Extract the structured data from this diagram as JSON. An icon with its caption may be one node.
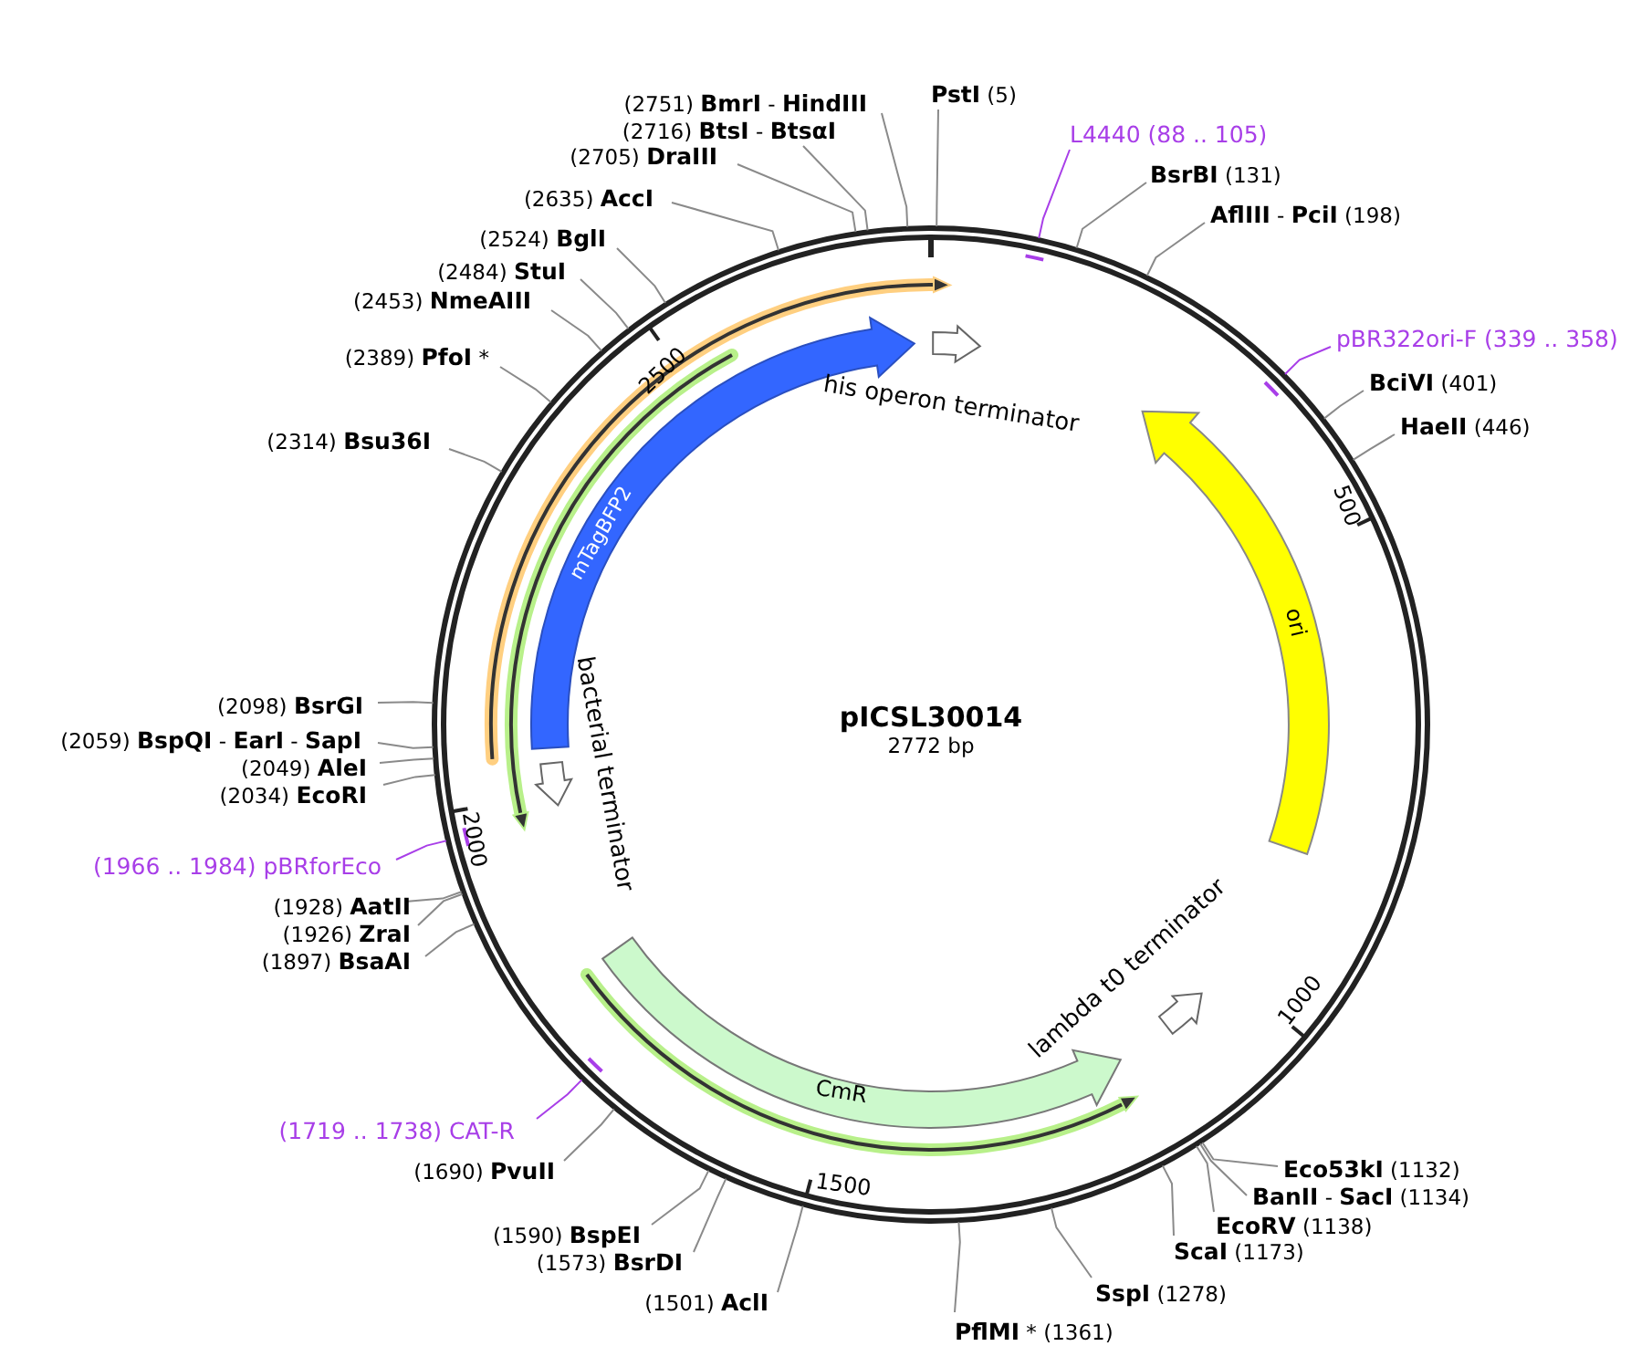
{
  "diagram": {
    "title": "pICSL30014",
    "nodes": [
      {
        "text": [
          "**PstI** (5)"
        ]
      },
      {
        "text": [
          "L4440 (88 .. 105)"
        ]
      },
      {
        "text": [
          "**BsrBI** (131)"
        ]
      },
      {
        "text": [
          "**AflIII** - **PciI** (198)"
        ]
      },
      {
        "text": [
          "pBR322ori-F (339 .. 358)"
        ]
      },
      {
        "text": [
          "**BciVI** (401)"
        ]
      },
      {
        "text": [
          "**HaeII** (446)"
        ]
      },
      {
        "text": [
          "**Eco53kI** (1132)"
        ]
      },
      {
        "text": [
          "**BanII** - **SacI** (1134)"
        ]
      },
      {
        "text": [
          "**EcoRV** (1138)"
        ]
      },
      {
        "text": [
          "**ScaI** (1173)"
        ]
      },
      {
        "text": [
          "**SspI** (1278)"
        ]
      },
      {
        "text": [
          "**PflMI** * (1361)"
        ]
      },
      {
        "text": [
          "(1501) **AclI**"
        ]
      },
      {
        "text": [
          "(1573) **BsrDI**"
        ]
      },
      {
        "text": [
          "(1590) **BspEI**"
        ]
      },
      {
        "text": [
          "(1690) **PvuII**"
        ]
      },
      {
        "text": [
          "(1719 .. 1738) CAT-R"
        ]
      },
      {
        "text": [
          "(1897) **BsaAI**"
        ]
      },
      {
        "text": [
          "(1926) **ZraI**"
        ]
      },
      {
        "text": [
          "(1928) **AatII**"
        ]
      },
      {
        "text": [
          "(1966 .. 1984) pBRforEco"
        ]
      },
      {
        "text": [
          "(2034) **EcoRI**"
        ]
      },
      {
        "text": [
          "(2049) **AleI**"
        ]
      },
      {
        "text": [
          "(2059) **BspQI** - **EarI** - **SapI**"
        ]
      },
      {
        "text": [
          "(2098) **BsrGI**"
        ]
      },
      {
        "text": [
          "(2314) **Bsu36I**"
        ]
      },
      {
        "text": [
          "(2389) **PfoI** *"
        ]
      },
      {
        "text": [
          "(2453) **NmeAIII**"
        ]
      },
      {
        "text": [
          "(2484) **StuI**"
        ]
      },
      {
        "text": [
          "(2524) **BglI**"
        ]
      },
      {
        "text": [
          "(2635) **AccI**"
        ]
      },
      {
        "text": [
          "(2705) **DraIII**"
        ]
      },
      {
        "text": [
          "(2716) **BtsI** - **BtsαI**"
        ]
      },
      {
        "text": [
          "(2751) **BmrI** - **HindIII**"
        ]
      },
      {
        "text": [
          "mTagBFP2"
        ]
      },
      {
        "text": [
          "his operon terminator"
        ]
      },
      {
        "text": [
          "ori"
        ]
      },
      {
        "text": [
          "bacterial terminator"
        ]
      },
      {
        "text": [
          "CmR"
        ]
      },
      {
        "text": [
          "lambda t0 terminator"
        ]
      }
    ],
    "edges": [
      {
        "from": 0,
        "to": null,
        "arrow": "none"
      },
      {
        "from": 1,
        "to": null,
        "arrow": "none",
        "color": "#a83ee8"
      },
      {
        "from": 2,
        "to": null,
        "arrow": "none"
      },
      {
        "from": 3,
        "to": null,
        "arrow": "none"
      },
      {
        "from": 4,
        "to": null,
        "arrow": "none",
        "color": "#a83ee8"
      },
      {
        "from": 5,
        "to": null,
        "arrow": "none"
      },
      {
        "from": 6,
        "to": null,
        "arrow": "none"
      },
      {
        "from": 7,
        "to": null,
        "arrow": "none"
      },
      {
        "from": 8,
        "to": null,
        "arrow": "none"
      },
      {
        "from": 9,
        "to": null,
        "arrow": "none"
      },
      {
        "from": 10,
        "to": null,
        "arrow": "none"
      },
      {
        "from": 11,
        "to": null,
        "arrow": "none"
      },
      {
        "from": 12,
        "to": null,
        "arrow": "none"
      },
      {
        "from": 13,
        "to": null,
        "arrow": "none"
      },
      {
        "from": 14,
        "to": null,
        "arrow": "none"
      },
      {
        "from": 15,
        "to": null,
        "arrow": "none"
      },
      {
        "from": 16,
        "to": null,
        "arrow": "none"
      },
      {
        "from": 17,
        "to": null,
        "arrow": "none",
        "color": "#a83ee8"
      },
      {
        "from": 18,
        "to": null,
        "arrow": "none"
      },
      {
        "from": 19,
        "to": null,
        "arrow": "none"
      },
      {
        "from": 20,
        "to": null,
        "arrow": "none"
      },
      {
        "from": 21,
        "to": null,
        "arrow": "none",
        "color": "#a83ee8"
      },
      {
        "from": 22,
        "to": null,
        "arrow": "none"
      },
      {
        "from": 23,
        "to": null,
        "arrow": "none"
      },
      {
        "from": 24,
        "to": null,
        "arrow": "none"
      },
      {
        "from": 25,
        "to": null,
        "arrow": "none"
      },
      {
        "from": 26,
        "to": null,
        "arrow": "none"
      },
      {
        "from": 27,
        "to": null,
        "arrow": "none"
      },
      {
        "from": 28,
        "to": null,
        "arrow": "none"
      },
      {
        "from": 29,
        "to": null,
        "arrow": "none"
      },
      {
        "from": 30,
        "to": null,
        "arrow": "none"
      },
      {
        "from": 31,
        "to": null,
        "arrow": "none"
      },
      {
        "from": 32,
        "to": null,
        "arrow": "none"
      },
      {
        "from": 33,
        "to": null,
        "arrow": "none"
      },
      {
        "from": 34,
        "to": null,
        "arrow": "none"
      }
    ],
    "labels": [
      "2772 bp",
      "500",
      "1000",
      "1500",
      "2000",
      "2500"
    ]
  }
}
